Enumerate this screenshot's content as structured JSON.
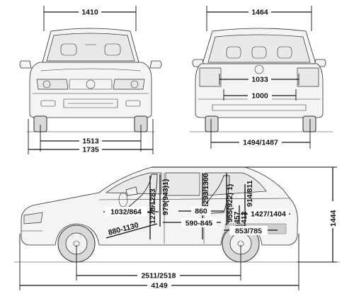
{
  "diagram": {
    "front_view": {
      "top_width": "1410",
      "track": "1513",
      "overall_width": "1735"
    },
    "rear_view": {
      "top_width": "1464",
      "upper_inner": "1033",
      "lower_inner": "1000",
      "track": "1494/1487"
    },
    "side_view": {
      "front_legroom": "1032/864",
      "front_height": "979(943)1)",
      "b_pillar_height": "1278/1283",
      "rear_height": "1293/1300",
      "rear_headroom": "955(922) 1)",
      "rear_seat_depth": "914/811",
      "front_seat_travel": "880-1130",
      "seat_to_seat": "860",
      "rear_legroom": "590-845",
      "cargo_height": "457",
      "cargo_height_b": "412",
      "cargo_length": "1427/1404",
      "cargo_floor": "853/785",
      "wheelbase": "2511/2518",
      "overall_length": "4149",
      "overall_height": "1444"
    }
  }
}
